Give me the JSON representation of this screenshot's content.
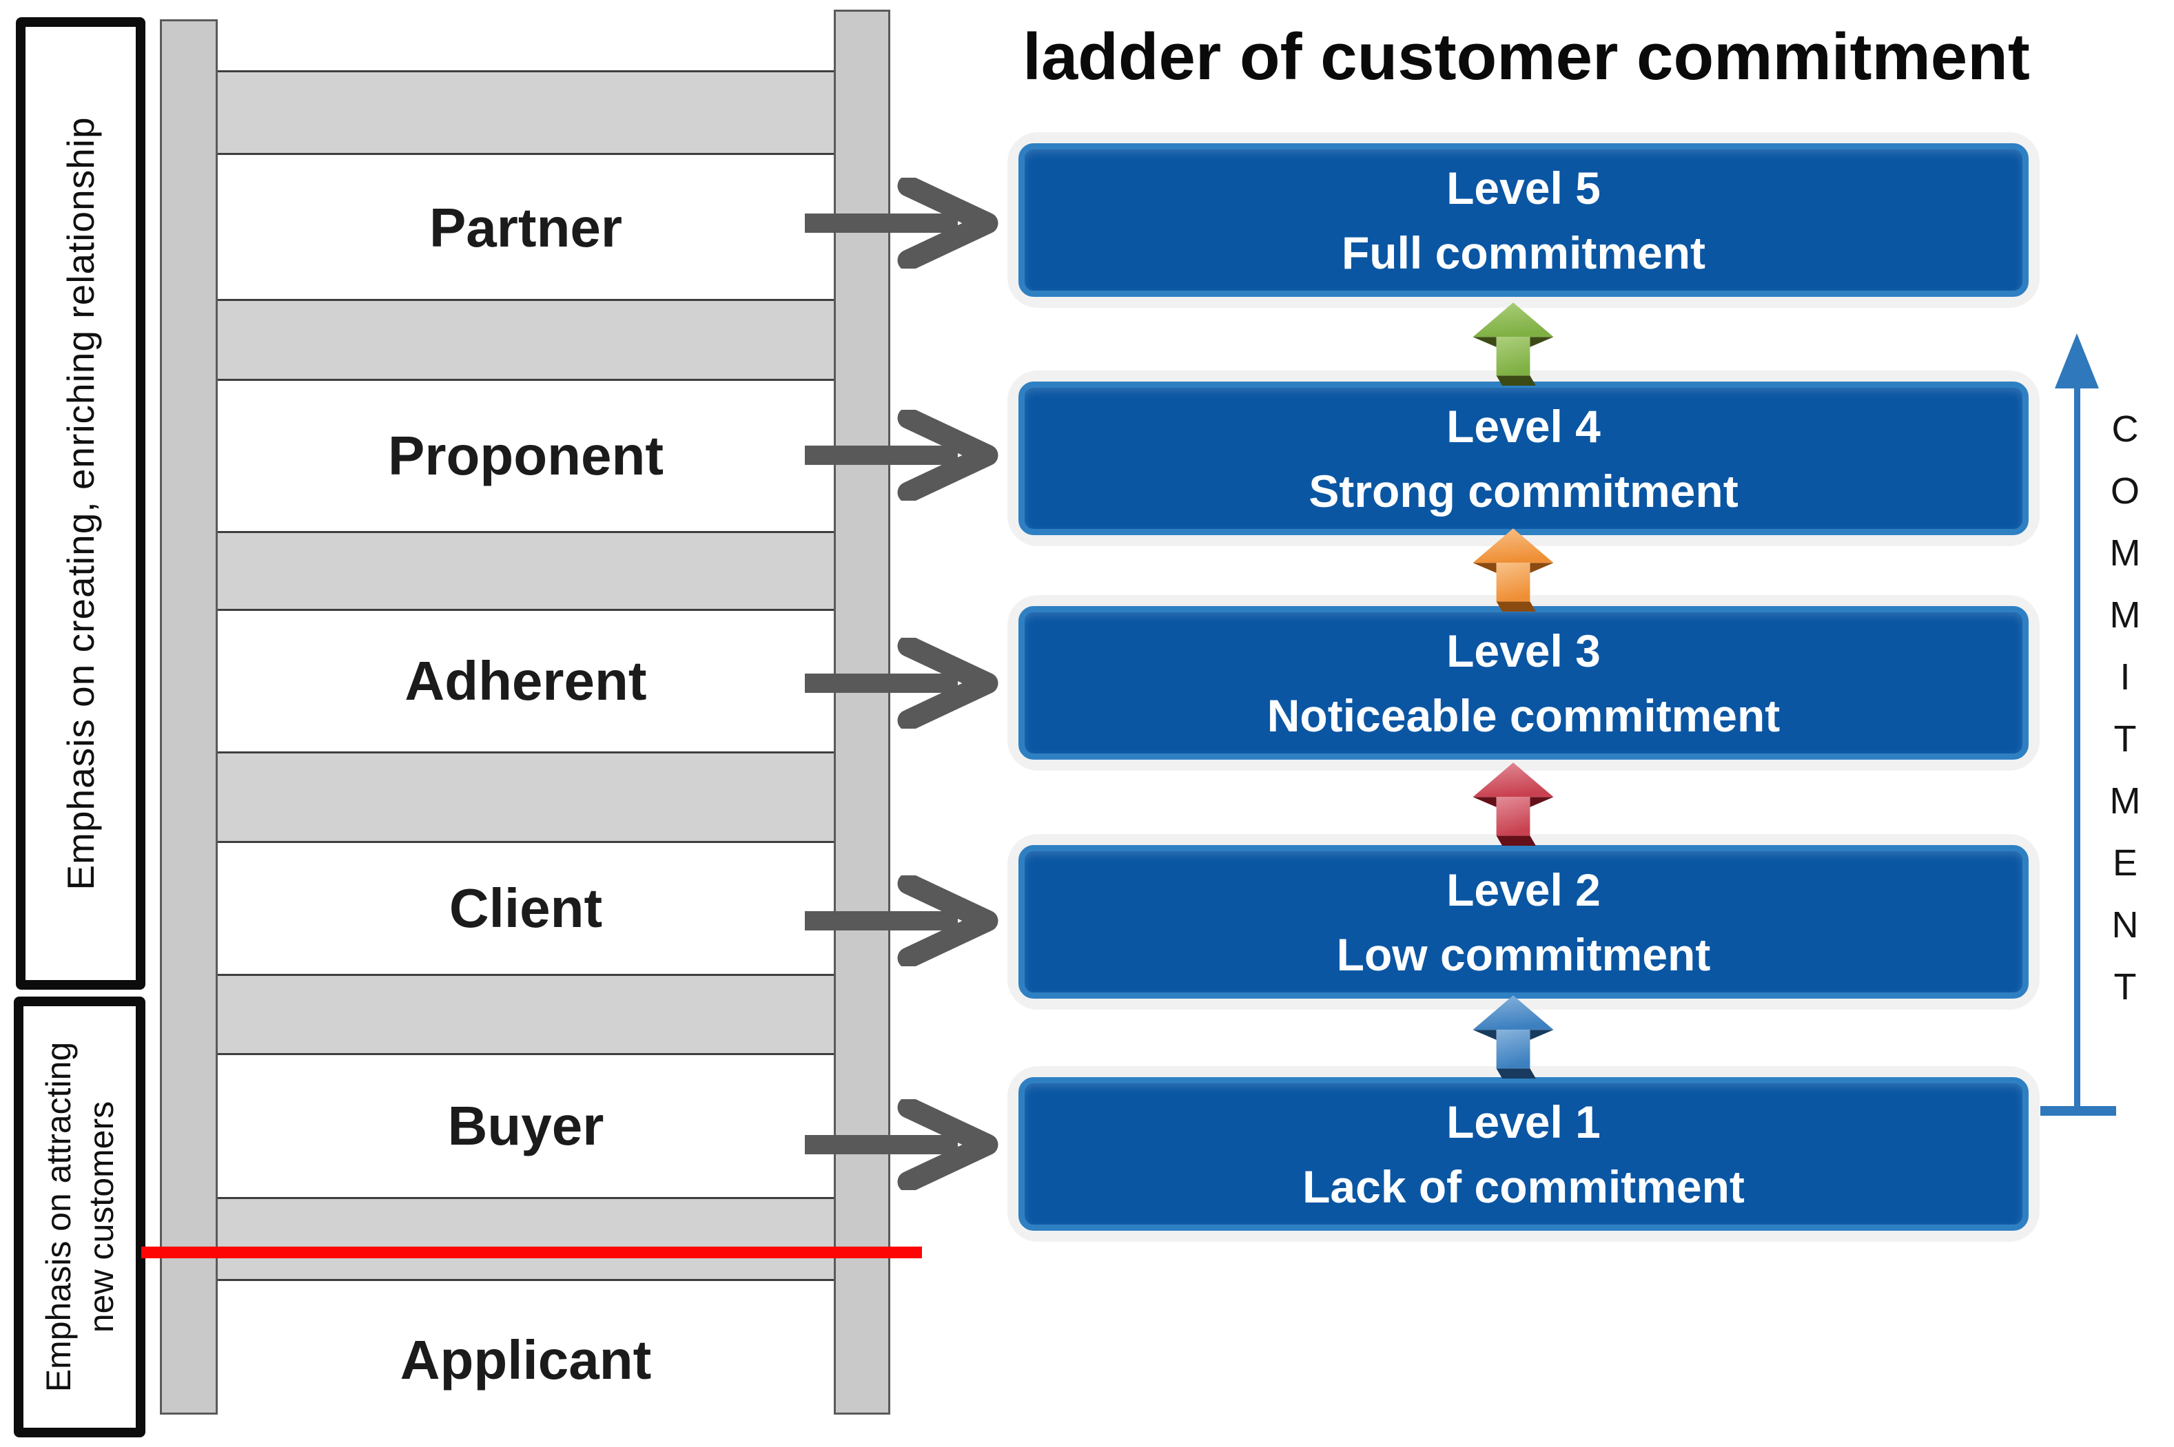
{
  "title": "ladder of customer commitment",
  "left_panel": {
    "top_label": "Emphasis on creating, enriching relationship",
    "bottom_label_lines": [
      "Emphasis on attracting",
      "new customers"
    ]
  },
  "ladder": {
    "labels": [
      {
        "text": "Partner"
      },
      {
        "text": "Proponent"
      },
      {
        "text": "Adherent"
      },
      {
        "text": "Client"
      },
      {
        "text": "Buyer"
      },
      {
        "text": "Applicant"
      }
    ],
    "divider_color": "#fe0505"
  },
  "levels": [
    {
      "level": "Level 5",
      "caption": "Full commitment"
    },
    {
      "level": "Level 4",
      "caption": "Strong commitment"
    },
    {
      "level": "Level 3",
      "caption": "Noticeable commitment"
    },
    {
      "level": "Level 2",
      "caption": "Low commitment"
    },
    {
      "level": "Level 1",
      "caption": "Lack of commitment"
    }
  ],
  "step_arrows": [
    {
      "name": "green-up-arrow-icon",
      "light": "#adcf7d",
      "main": "#7fb043",
      "dark": "#3c4a16"
    },
    {
      "name": "orange-up-arrow-icon",
      "light": "#f8c28a",
      "main": "#ef8f35",
      "dark": "#8a4a10"
    },
    {
      "name": "red-up-arrow-icon",
      "light": "#e28d98",
      "main": "#c94150",
      "dark": "#641019"
    },
    {
      "name": "blue-up-arrow-icon",
      "light": "#8ab3dc",
      "main": "#3c80c0",
      "dark": "#173a5e"
    }
  ],
  "axis": {
    "label": "COMMITMENT",
    "color": "#2e78bb"
  },
  "colors": {
    "box_fill": "#0a56a3",
    "box_border": "#2e80c3",
    "box_halo": "#f1f1f1",
    "rail_fill": "#c9c9c9",
    "rung_fill": "#d2d2d2",
    "connector": "#595959"
  }
}
